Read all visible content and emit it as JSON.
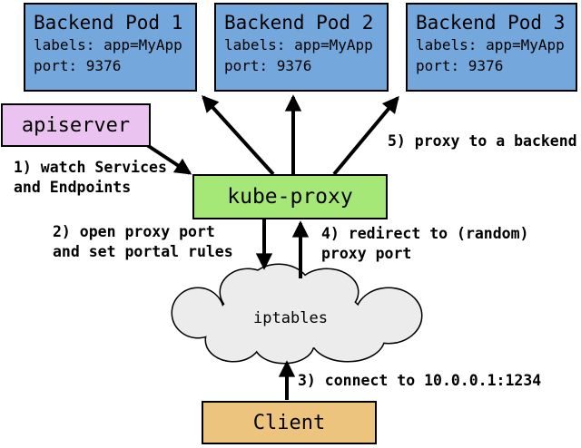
{
  "colors": {
    "pod_fill": "#74a8dc",
    "apiserver_fill": "#ebc3f0",
    "kubeproxy_fill": "#a6e878",
    "client_fill": "#ecc47e",
    "cloud_fill": "#ececec",
    "border_color": "#000000",
    "line_color": "#000000"
  },
  "nodes": {
    "pods": [
      {
        "title": "Backend Pod 1",
        "labels_line": "labels: app=MyApp",
        "port_line": "port: 9376"
      },
      {
        "title": "Backend Pod 2",
        "labels_line": "labels: app=MyApp",
        "port_line": "port: 9376"
      },
      {
        "title": "Backend Pod 3",
        "labels_line": "labels: app=MyApp",
        "port_line": "port: 9376"
      }
    ],
    "apiserver": {
      "label": "apiserver"
    },
    "kube_proxy": {
      "label": "kube-proxy"
    },
    "iptables": {
      "label": "iptables"
    },
    "client": {
      "label": "Client"
    }
  },
  "annotations": {
    "step1": "1) watch Services\nand Endpoints",
    "step2": "2) open proxy port\nand set portal rules",
    "step3": "3) connect to 10.0.0.1:1234",
    "step4": "4) redirect to (random)\nproxy port",
    "step5": "5) proxy to a backend"
  }
}
